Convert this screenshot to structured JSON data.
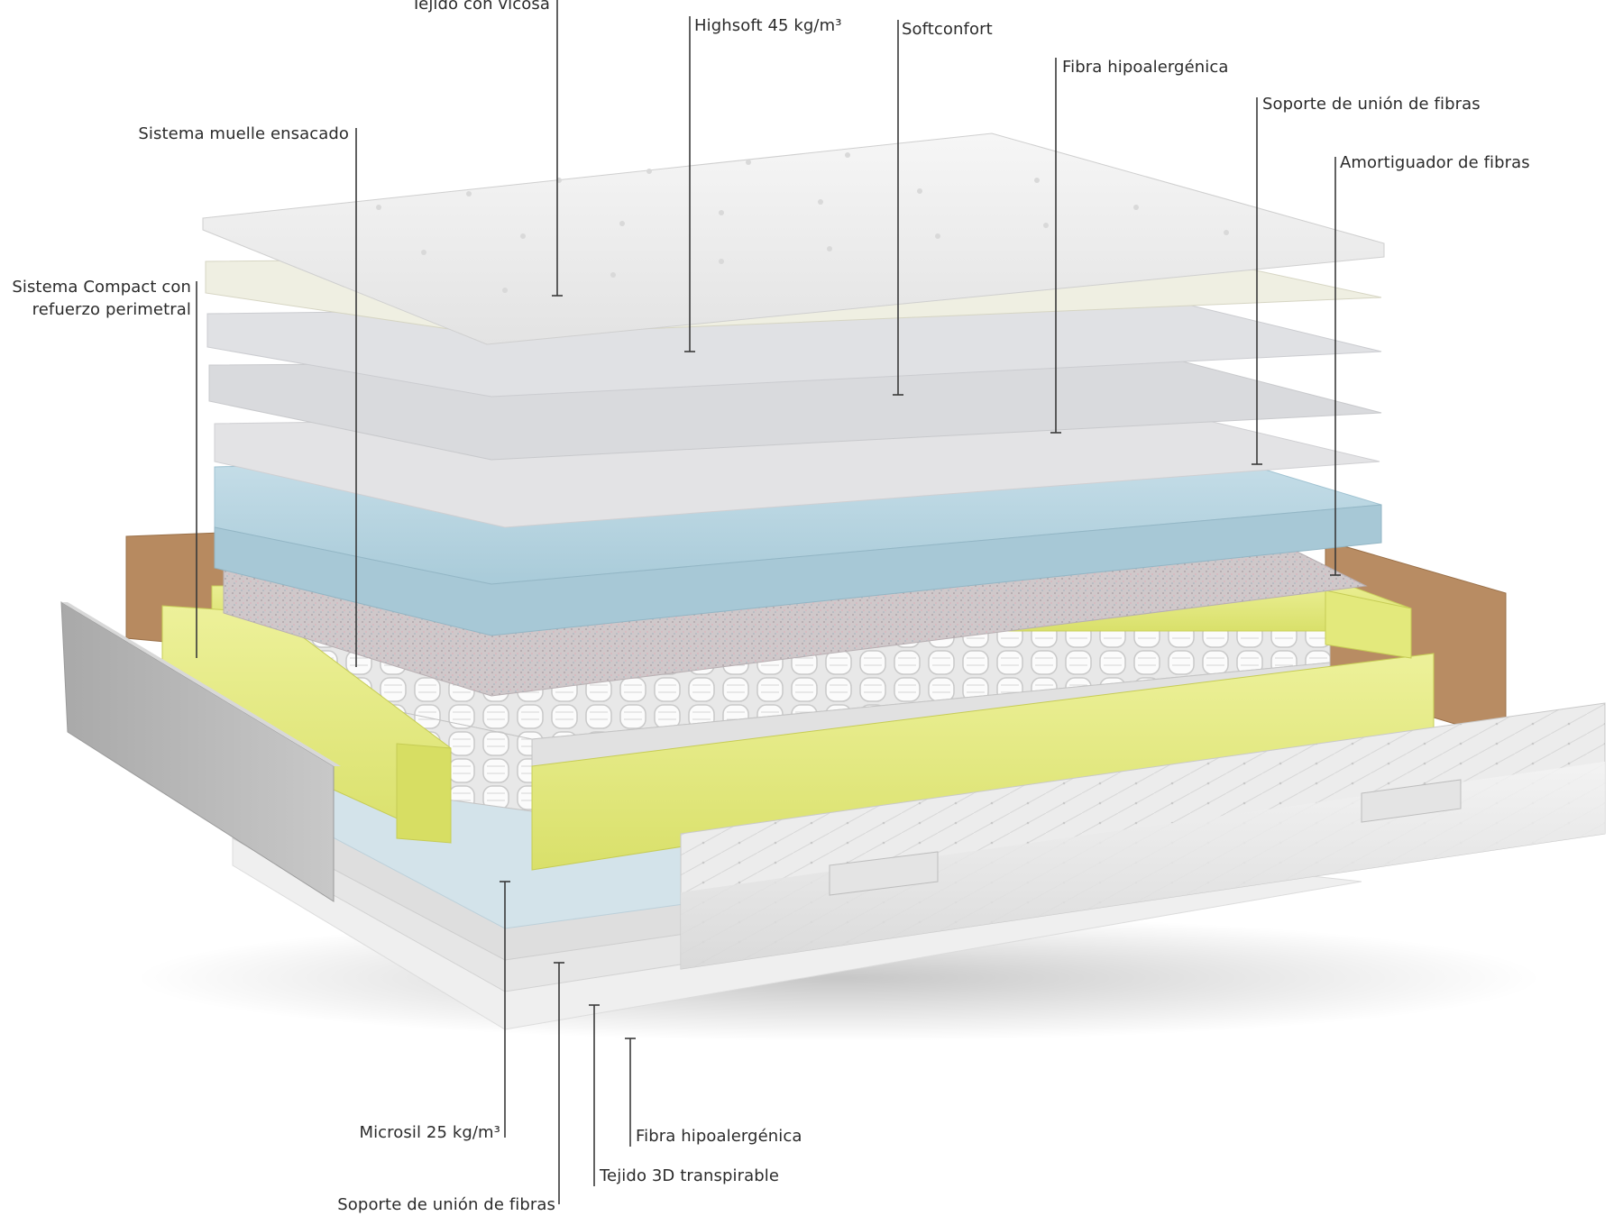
{
  "labels": {
    "tejido_viscosa": "Tejido con vicosa",
    "highsoft": "Highsoft 45 kg/m³",
    "softconfort": "Softconfort",
    "fibra_top": "Fibra hipoalergénica",
    "soporte_top": "Soporte de unión de fibras",
    "amortiguador": "Amortiguador de fibras",
    "muelle": "Sistema muelle ensacado",
    "compact_line1": "Sistema Compact con",
    "compact_line2": "refuerzo perimetral",
    "microsil": "Microsil 25 kg/m³",
    "fibra_bottom": "Fibra hipoalergénica",
    "tejido_3d": "Tejido 3D transpirable",
    "soporte_bottom": "Soporte de unión de fibras"
  },
  "colors": {
    "label_text": "#2b2b2b",
    "leader_line": "#3a3a3a",
    "top_fabric": "#ececec",
    "cream_layer": "#efeee0",
    "grey_layer": "#e2e3e6",
    "blue_foam": "#b9d6e2",
    "fiber_pad": "#c9c2c4",
    "yellow_foam": "#e6ec86",
    "spring_white": "#f3f3f3",
    "side_grey": "#bdbdbd",
    "brown_panel": "#b48a62"
  }
}
